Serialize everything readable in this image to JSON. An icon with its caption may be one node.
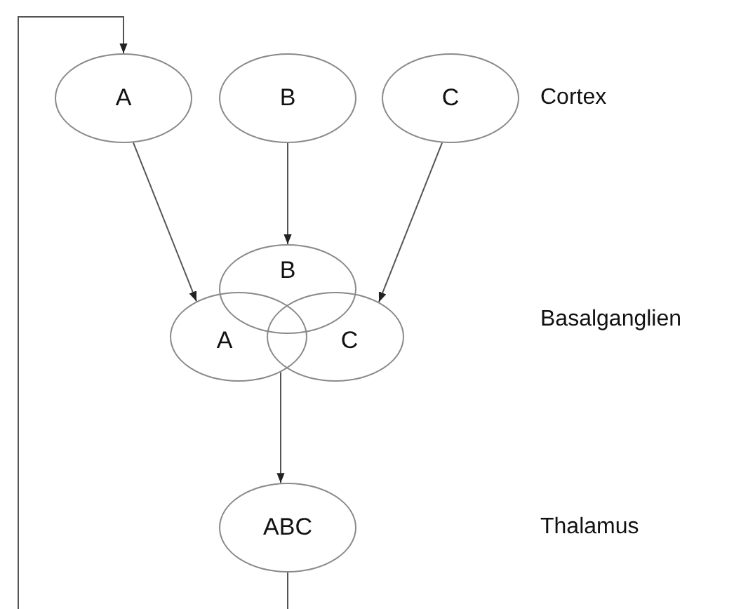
{
  "diagram": {
    "nodes": [
      {
        "text": [
          "A"
        ]
      },
      {
        "text": [
          "B"
        ]
      },
      {
        "text": [
          "C"
        ]
      },
      {
        "text": [
          "B"
        ]
      },
      {
        "text": [
          "A"
        ]
      },
      {
        "text": [
          "C"
        ]
      },
      {
        "text": [
          "ABC"
        ]
      }
    ],
    "edges": [
      {
        "from": 6,
        "to": 0,
        "arrow": "to"
      },
      {
        "from": 0,
        "to": 4,
        "arrow": "to"
      },
      {
        "from": 1,
        "to": 3,
        "arrow": "to"
      },
      {
        "from": 2,
        "to": 5,
        "arrow": "to"
      },
      {
        "from": 4,
        "to": 6,
        "arrow": "to"
      }
    ],
    "labels": [
      "Cortex",
      "Basalganglien",
      "Thalamus"
    ]
  }
}
